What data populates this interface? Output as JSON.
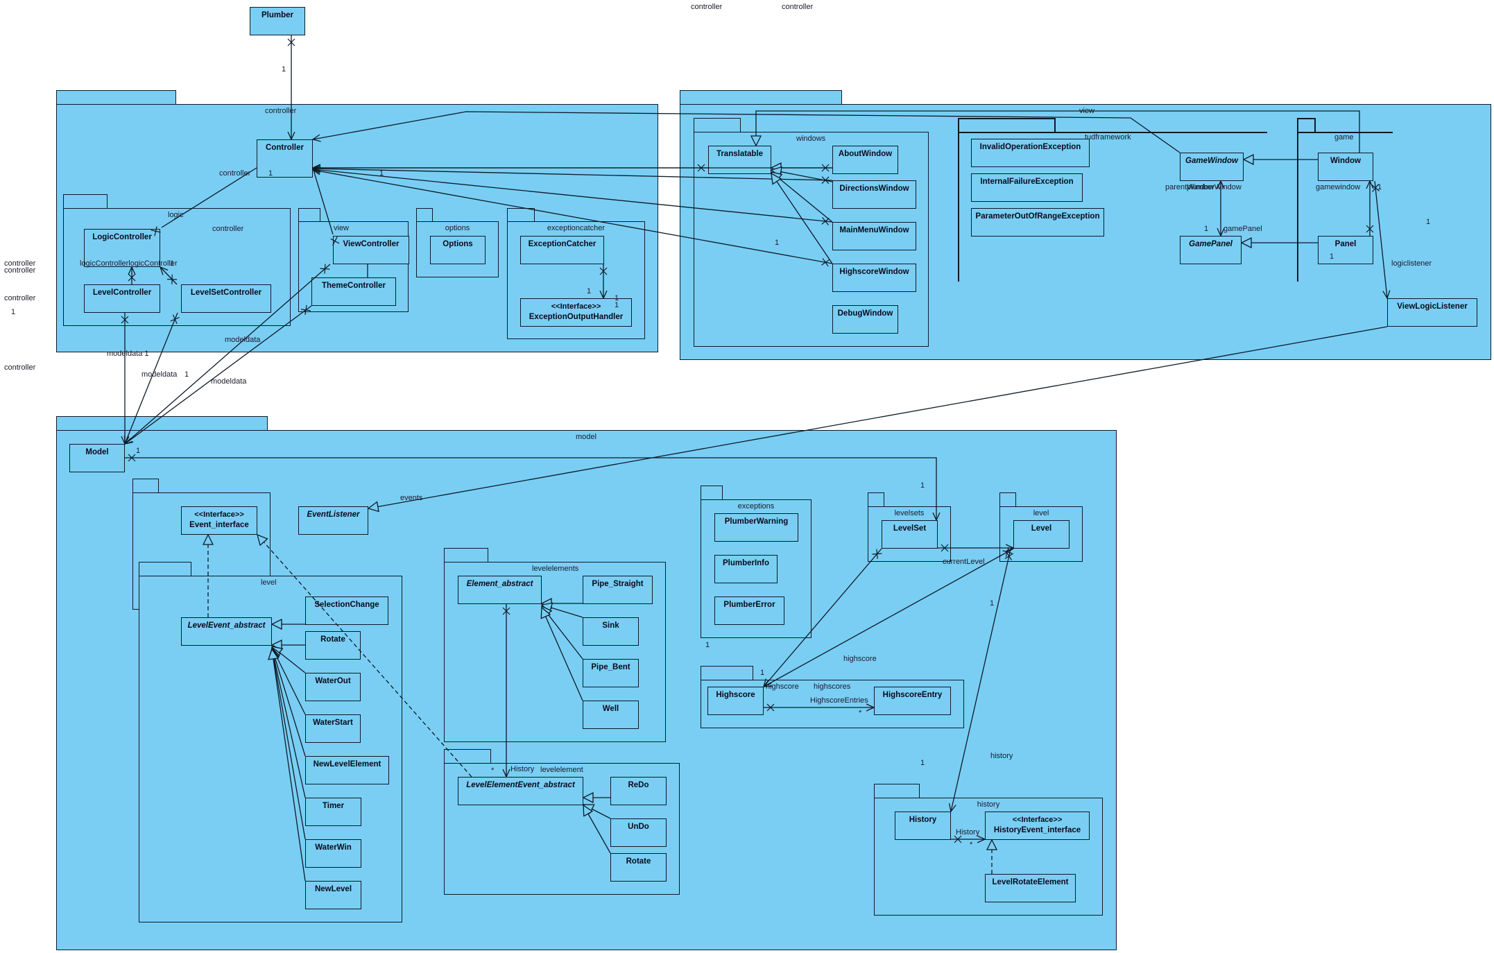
{
  "diagram": {
    "fill_color": "#7acef4",
    "line_color": "#0d1a26",
    "root_class": "Plumber",
    "packages": {
      "controller": "controller",
      "logic": "logic",
      "controller_view": "view",
      "options": "options",
      "exceptioncatcher": "exceptioncatcher",
      "view": "view",
      "windows": "windows",
      "tudframework": "tudframework",
      "game": "game",
      "model": "model",
      "level_events": "level",
      "levelelements": "levelelements",
      "levelelement": "levelelement",
      "exceptions": "exceptions",
      "levelsets": "levelsets",
      "level": "level",
      "highscores": "highscores",
      "history": "history"
    },
    "classes": {
      "plumber": "Plumber",
      "controller": "Controller",
      "logic_controller": "LogicController",
      "level_controller": "LevelController",
      "levelset_controller": "LevelSetController",
      "view_controller": "ViewController",
      "theme_controller": "ThemeController",
      "options": "Options",
      "exception_catcher": "ExceptionCatcher",
      "exception_output_handler": {
        "stereotype": "<<Interface>>",
        "name": "ExceptionOutputHandler"
      },
      "translatable": "Translatable",
      "about_window": "AboutWindow",
      "directions_window": "DirectionsWindow",
      "main_menu_window": "MainMenuWindow",
      "highscore_window": "HighscoreWindow",
      "debug_window": "DebugWindow",
      "invalid_operation_exception": "InvalidOperationException",
      "internal_failure_exception": "InternalFailureException",
      "parameter_out_of_range_exception": "ParameterOutOfRangeException",
      "game_window": "GameWindow",
      "game_panel": "GamePanel",
      "window": "Window",
      "panel": "Panel",
      "view_logic_listener": "ViewLogicListener",
      "model": "Model",
      "event_interface": {
        "stereotype": "<<Interface>>",
        "name": "Event_interface"
      },
      "event_listener": "EventListener",
      "level_event_abstract": "LevelEvent_abstract",
      "selection_change": "SelectionChange",
      "rotate": "Rotate",
      "water_out": "WaterOut",
      "water_start": "WaterStart",
      "new_level_element": "NewLevelElement",
      "timer": "Timer",
      "water_win": "WaterWin",
      "new_level": "NewLevel",
      "element_abstract": "Element_abstract",
      "pipe_straight": "Pipe_Straight",
      "sink": "Sink",
      "pipe_bent": "Pipe_Bent",
      "well": "Well",
      "level_element_event_abstract": "LevelElementEvent_abstract",
      "redo": "ReDo",
      "undo": "UnDo",
      "rotate_element": "Rotate",
      "plumber_warning": "PlumberWarning",
      "plumber_info": "PlumberInfo",
      "plumber_error": "PlumberError",
      "levelset": "LevelSet",
      "level": "Level",
      "highscore": "Highscore",
      "highscore_entry": "HighscoreEntry",
      "history": "History",
      "history_event_interface": {
        "stereotype": "<<Interface>>",
        "name": "HistoryEvent_interface"
      },
      "level_rotate_element": "LevelRotateElement"
    },
    "labels": {
      "top_controller_1": "controller",
      "top_controller_2": "controller",
      "left_controller_1": "controller",
      "left_controller_2": "controller",
      "left_controller_3": "controller",
      "left_one": "1",
      "left_controller_4": "controller",
      "plumber_mult": "1",
      "controller_role": "controller",
      "controller_mult": "1",
      "controller_mult_right": "1",
      "logic_pkg_controller": "controller",
      "logic_controller_role": "logicControllerlogicController",
      "logic_mult": "1",
      "modeldata_1": "modeldata 1",
      "modeldata_2": "modeldata",
      "modeldata_2_mult": "1",
      "modeldata_3": "modeldata",
      "modeldata_4": "modeldata",
      "exc_mult_1": "1",
      "exc_mult_2": "1",
      "exc_mult_3": "1",
      "windows_mult": "1",
      "parent_window": "parentWindow",
      "plumber_window": "plumberWindow",
      "game_panel_mult": "1",
      "game_panel_role": "gamePanel",
      "gamewindow_role": "gamewindow",
      "gamewindow_mult": "1",
      "panel_mult": "1",
      "right_mult": "1",
      "logiclistener": "logiclistener",
      "model_mult": "1",
      "events": "events",
      "levelset_mult": "1",
      "current_level": "currentLevel",
      "exceptions_mult": "1",
      "highscore_role": "highscore",
      "highscore_role_2": "highscore",
      "highscore_mult": "1",
      "highscore_entries": "HighscoreEntries",
      "highscore_entries_mult": "*",
      "level_mult": "1",
      "history_mult": "1",
      "history_role": "history",
      "history_assoc": "History",
      "history_assoc_mult": "*",
      "levelelement_history": "History",
      "levelelement_history_mult": "*"
    }
  }
}
